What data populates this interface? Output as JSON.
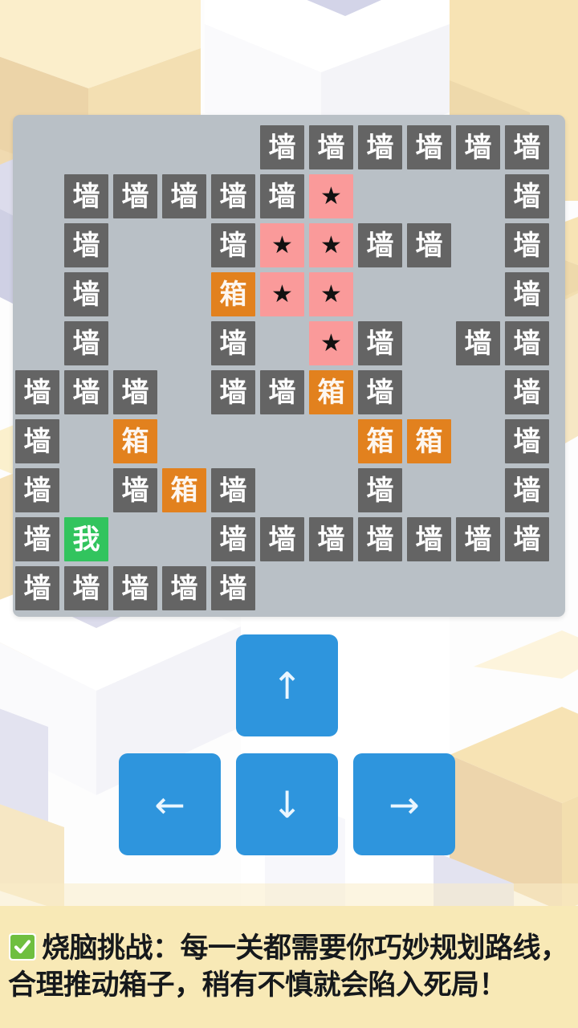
{
  "app": {
    "type": "sokoban-puzzle-game",
    "background_colors": {
      "cream": "#f7e3b4",
      "cream_light": "#fbeecb",
      "cream_dark": "#ecd4a8",
      "white": "#fdfdfd",
      "lavender": "#dcdcec",
      "lavender_dark": "#cfd0e4"
    }
  },
  "board": {
    "rows": 10,
    "cols": 11,
    "background_color": "#b9c0c6",
    "legend": {
      "wall_label": "墙",
      "box_label": "箱",
      "player_label": "我",
      "target_label": "★",
      "empty_label": ""
    },
    "colors": {
      "wall": "#646464",
      "box": "#e2811e",
      "player": "#32c45e",
      "target": "#fa9a9a",
      "floor": "#b9c0c6"
    },
    "cells": [
      [
        "empty",
        "empty",
        "empty",
        "empty",
        "empty",
        "wall",
        "wall",
        "wall",
        "wall",
        "wall",
        "wall"
      ],
      [
        "empty",
        "wall",
        "wall",
        "wall",
        "wall",
        "wall",
        "star",
        "empty",
        "empty",
        "empty",
        "wall"
      ],
      [
        "empty",
        "wall",
        "empty",
        "empty",
        "wall",
        "star",
        "star",
        "wall",
        "wall",
        "empty",
        "wall"
      ],
      [
        "empty",
        "wall",
        "empty",
        "empty",
        "box",
        "star",
        "star",
        "empty",
        "empty",
        "empty",
        "wall"
      ],
      [
        "empty",
        "wall",
        "empty",
        "empty",
        "wall",
        "empty",
        "star",
        "wall",
        "empty",
        "wall",
        "wall"
      ],
      [
        "wall",
        "wall",
        "wall",
        "empty",
        "wall",
        "wall",
        "box",
        "wall",
        "empty",
        "empty",
        "wall"
      ],
      [
        "wall",
        "empty",
        "box",
        "empty",
        "empty",
        "empty",
        "empty",
        "box",
        "box",
        "empty",
        "wall"
      ],
      [
        "wall",
        "empty",
        "wall",
        "box",
        "wall",
        "empty",
        "empty",
        "wall",
        "empty",
        "empty",
        "wall"
      ],
      [
        "wall",
        "player",
        "empty",
        "empty",
        "wall",
        "wall",
        "wall",
        "wall",
        "wall",
        "wall",
        "wall"
      ],
      [
        "wall",
        "wall",
        "wall",
        "wall",
        "wall",
        "empty",
        "empty",
        "empty",
        "empty",
        "empty",
        "empty"
      ]
    ]
  },
  "controls": {
    "accent_color": "#2e95dd",
    "buttons": [
      {
        "name": "up",
        "glyph": "↑"
      },
      {
        "name": "left",
        "glyph": "←"
      },
      {
        "name": "down",
        "glyph": "↓"
      },
      {
        "name": "right",
        "glyph": "→"
      }
    ]
  },
  "caption": {
    "background_color": "#f8e9b6",
    "icon": "white-check-mark",
    "text": "烧脑挑战：每一关都需要你巧妙规划路线，合理推动箱子，稍有不慎就会陷入死局！"
  }
}
